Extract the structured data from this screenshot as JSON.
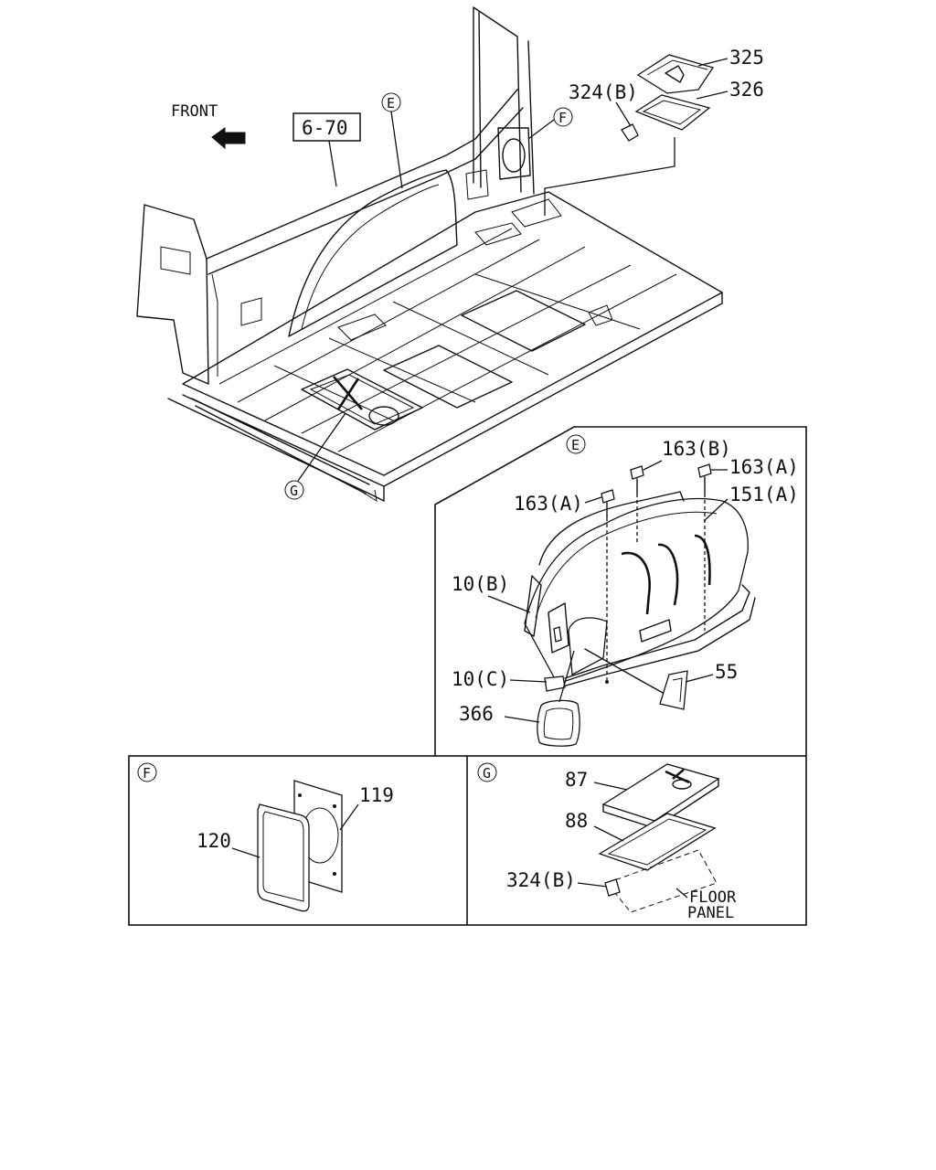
{
  "diagram": {
    "front_label": "FRONT",
    "ref_box": "6-70",
    "detail_letters": {
      "e": "E",
      "f": "F",
      "g": "G"
    },
    "part_labels": {
      "p325": "325",
      "p326": "326",
      "p324b_top": "324(B)",
      "p163b": "163(B)",
      "p163a_right": "163(A)",
      "p163a_left": "163(A)",
      "p151a": "151(A)",
      "p10b": "10(B)",
      "p10c": "10(C)",
      "p55": "55",
      "p366": "366",
      "p119": "119",
      "p120": "120",
      "p87": "87",
      "p88": "88",
      "p324b_g": "324(B)"
    },
    "floor_panel_label": {
      "line1": "FLOOR",
      "line2": "PANEL"
    }
  }
}
